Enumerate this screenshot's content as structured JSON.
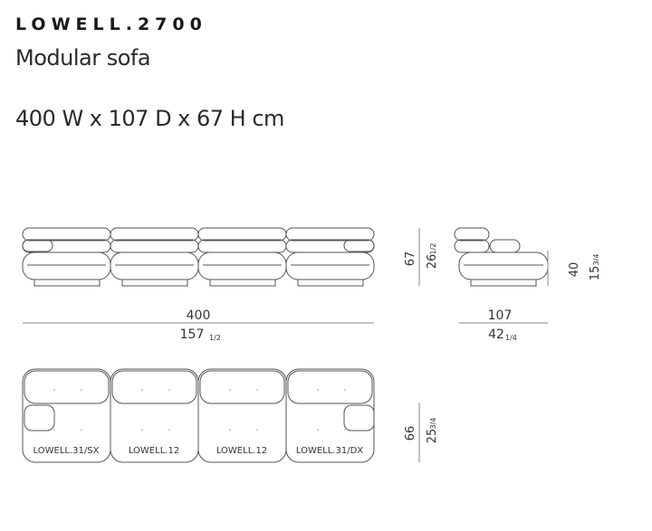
{
  "header": {
    "title": "LOWELL.2700",
    "subtitle": "Modular sofa",
    "dimensions": "400 W x 107 D x 67 H cm"
  },
  "front_view": {
    "width_cm": "400",
    "width_in_whole": "157",
    "width_in_frac": "1/2",
    "height_cm": "67",
    "height_in_whole": "26",
    "height_in_frac": "1/2"
  },
  "side_view": {
    "depth_cm": "107",
    "depth_in_whole": "42",
    "depth_in_frac": "1/4",
    "seat_cm": "40",
    "seat_in_whole": "15",
    "seat_in_frac": "3/4"
  },
  "plan_view": {
    "depth_cm": "66",
    "depth_in_whole": "25",
    "depth_in_frac": "3/4",
    "modules": [
      "LOWELL.31/SX",
      "LOWELL.12",
      "LOWELL.12",
      "LOWELL.31/DX"
    ]
  }
}
